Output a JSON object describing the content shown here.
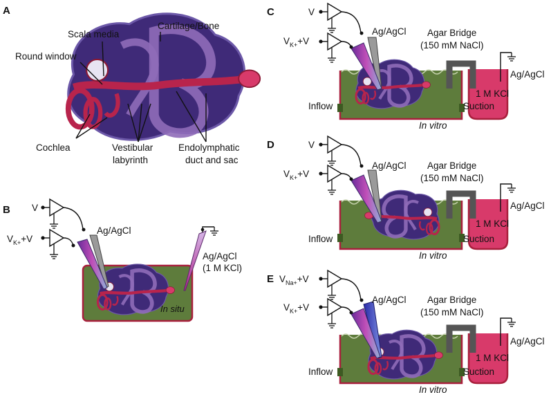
{
  "panels": {
    "a": "A",
    "b": "B",
    "c": "C",
    "d": "D",
    "e": "E"
  },
  "panel_a": {
    "scala_media": "Scala media",
    "cartilage_bone": "Cartilage/Bone",
    "round_window": "Round window",
    "cochlea": "Cochlea",
    "vestibular_line1": "Vestibular",
    "vestibular_line2": "labyrinth",
    "endolymphatic_line1": "Endolymphatic",
    "endolymphatic_line2": "duct and sac"
  },
  "panel_b": {
    "v": "V",
    "vk_base": "V",
    "vk_sub": "K+",
    "vk_suffix": "+V",
    "electrode": "Ag/AgCl",
    "ground_electrode": "Ag/AgCl",
    "ground_kcl": "(1 M KCl)",
    "condition": "In situ"
  },
  "panel_c": {
    "v": "V",
    "vk_base": "V",
    "vk_sub": "K+",
    "vk_suffix": "+V",
    "electrode": "Ag/AgCl",
    "bridge_line1": "Agar Bridge",
    "bridge_line2": "(150 mM NaCl)",
    "kcl": "1 M KCl",
    "ground_electrode": "Ag/AgCl",
    "inflow": "Inflow",
    "suction": "Suction",
    "condition": "In vitro"
  },
  "panel_d": {
    "v": "V",
    "vk_base": "V",
    "vk_sub": "K+",
    "vk_suffix": "+V",
    "electrode": "Ag/AgCl",
    "bridge_line1": "Agar Bridge",
    "bridge_line2": "(150 mM NaCl)",
    "kcl": "1 M KCl",
    "ground_electrode": "Ag/AgCl",
    "inflow": "Inflow",
    "suction": "Suction",
    "condition": "In vitro"
  },
  "panel_e": {
    "vna_base": "V",
    "vna_sub": "Na+",
    "vna_suffix": "+V",
    "vk_base": "V",
    "vk_sub": "K+",
    "vk_suffix": "+V",
    "electrode": "Ag/AgCl",
    "bridge_line1": "Agar Bridge",
    "bridge_line2": "(150 mM NaCl)",
    "kcl": "1 M KCl",
    "ground_electrode": "Ag/AgCl",
    "inflow": "Inflow",
    "suction": "Suction",
    "condition": "In vitro"
  },
  "colors": {
    "tissue": "#3f2a78",
    "labyrinth": "#8f6cb8",
    "duct": "#b8244c",
    "bath": "#5e7c3c",
    "chamber_outline": "#a81f3c",
    "kcl_solution": "#d83a6a",
    "bridge": "#555555"
  }
}
